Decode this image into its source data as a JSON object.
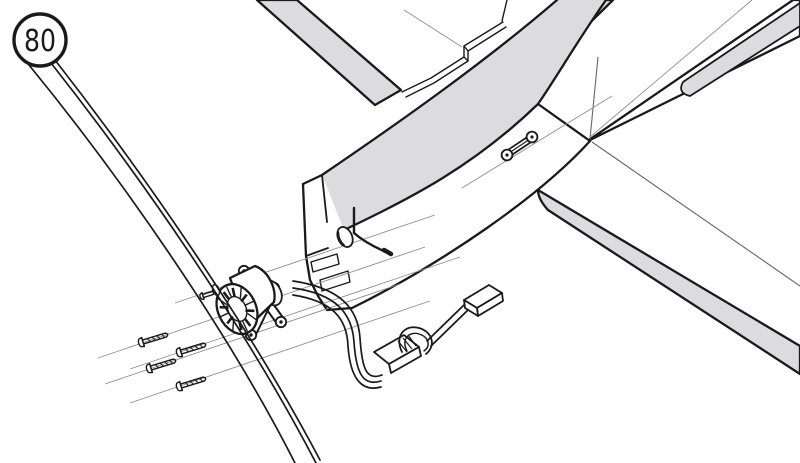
{
  "figure": {
    "type": "exploded-assembly-line-drawing",
    "description_semantic": "rc-airplane-motor-propeller-installation-step",
    "callout": {
      "label": "80"
    },
    "parts": [
      "propeller-blade",
      "brushless-motor",
      "motor-cross-mount",
      "mounting-screw",
      "prop-adapter-screw",
      "washer",
      "motor-wires",
      "esc",
      "esc-lead",
      "servo-connector",
      "fuselage-pod",
      "nose-vents",
      "side-hole",
      "pushrod-z-bend",
      "canopy-handle",
      "left-wing",
      "right-wing",
      "tail-boom"
    ],
    "colors": {
      "line": "#1a1a1a",
      "shade": "#dcdcde",
      "thin": "#8f8f8f",
      "background": "#ffffff"
    }
  }
}
